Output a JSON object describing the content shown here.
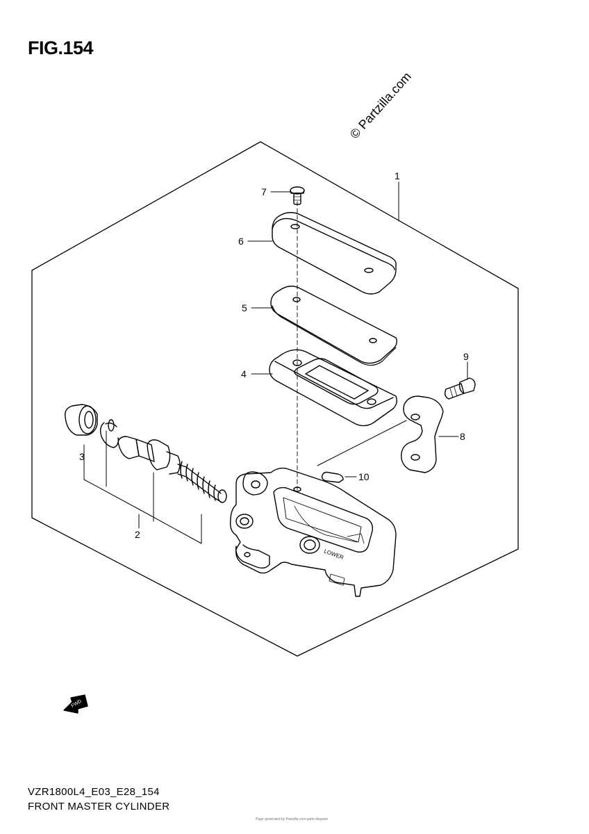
{
  "figure": {
    "title": "FIG.154",
    "watermark": "© Partzilla.com",
    "model_code": "VZR1800L4_E03_E28_154",
    "caption": "FRONT MASTER CYLINDER",
    "footer_note": "Page generated by Partzilla.com parts diagram"
  },
  "callouts": [
    {
      "id": "1",
      "label": "1"
    },
    {
      "id": "2",
      "label": "2"
    },
    {
      "id": "3",
      "label": "3"
    },
    {
      "id": "4",
      "label": "4"
    },
    {
      "id": "5",
      "label": "5"
    },
    {
      "id": "6",
      "label": "6"
    },
    {
      "id": "7",
      "label": "7"
    },
    {
      "id": "8",
      "label": "8"
    },
    {
      "id": "9",
      "label": "9"
    },
    {
      "id": "10",
      "label": "10"
    }
  ],
  "body_marking": "LOWER",
  "fwd_arrow": "FWD"
}
